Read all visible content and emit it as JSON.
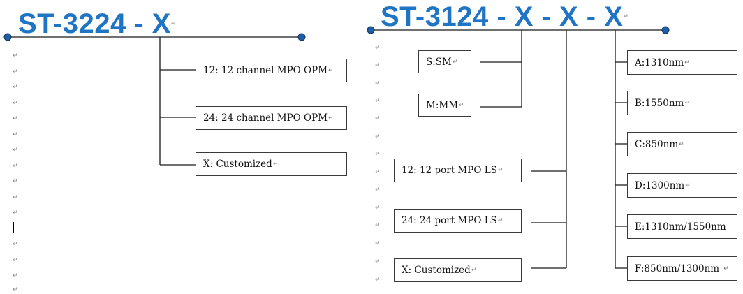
{
  "left": {
    "title": "ST-3224 - X",
    "options": [
      "12: 12 channel MPO OPM",
      "24: 24 channel MPO OPM",
      "X: Customized"
    ]
  },
  "right": {
    "title": "ST-3124 - X - X - X",
    "fiber": [
      "S:SM",
      "M:MM"
    ],
    "ports": [
      "12: 12 port MPO LS",
      "24: 24 port MPO LS",
      "X: Customized"
    ],
    "wavelengths": [
      "A:1310nm",
      "B:1550nm",
      "C:850nm",
      "D:1300nm",
      "E:1310nm/1550nm",
      "F:850nm/1300nm"
    ]
  },
  "colors": {
    "title": "#1f74c3",
    "line": "#1a1a1a",
    "dot": "#1f5fa8"
  },
  "return_mark": "↵"
}
